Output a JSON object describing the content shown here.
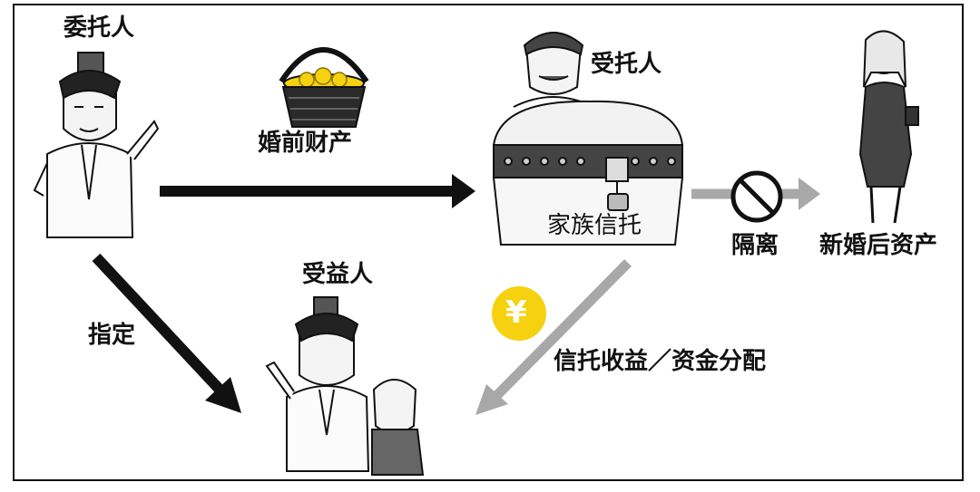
{
  "nodes": {
    "settlor": "委托人",
    "trustee": "受托人",
    "beneficiary": "受益人",
    "premarital_assets": "婚前财产",
    "family_trust": "家族信托",
    "post_marital_assets": "新婚后资产"
  },
  "edges": {
    "designate": "指定",
    "isolation": "隔离",
    "distribution": "信托收益／资金分配"
  },
  "icons": {
    "currency": "¥",
    "prohibited": "prohibited-icon"
  },
  "colors": {
    "black_arrow": "#111111",
    "gray_arrow": "#a8a8a8",
    "gold": "#f5d10f",
    "woman_dress": "#444444"
  }
}
